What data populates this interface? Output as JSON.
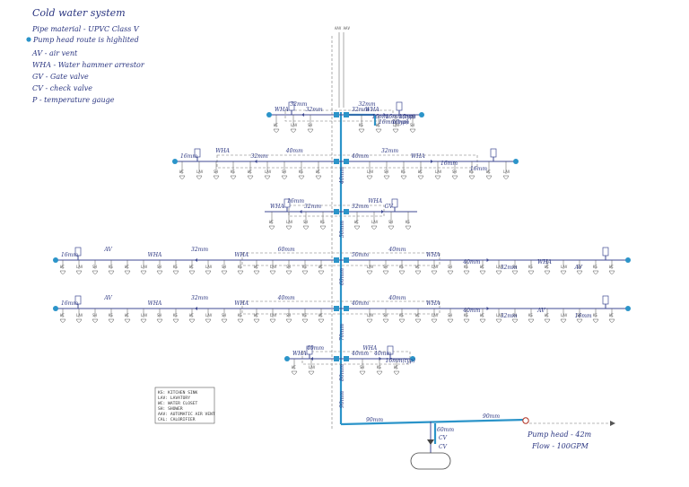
{
  "notes": {
    "title": "Cold water system",
    "lines": [
      "Pipe material - UPVC Class V",
      "Pump head route is highlited",
      "AV - air vent",
      "WHA - Water hammer arrestor",
      "GV - Gate valve",
      "CV - check valve",
      "P - temperature gauge"
    ]
  },
  "legend": {
    "lines": [
      "KS: KITCHEN SINK",
      "LAV: LAVATORY",
      "WC: WATER CLOSET",
      "SH: SHOWER",
      "AAV: AUTOMATIC AIR VENT",
      "CAL: CALORIFIER"
    ]
  },
  "riser_top_label": "AAV AAV",
  "pump": {
    "head": "Pump head - 42m",
    "flow": "Flow - 100GPM"
  },
  "main_pipe": {
    "left_label": "90mm",
    "right_label": "90mm"
  },
  "tank_labels": [
    "60mm",
    "CV",
    "CV"
  ],
  "riser_labels": [
    "40mm",
    "50mm",
    "60mm",
    "70mm",
    "80mm",
    "90mm"
  ],
  "floors": [
    {
      "id": "level-1",
      "left_labels": [
        "WHA",
        "32mm",
        "32mm"
      ],
      "right_labels": [
        "32mm",
        "32mm",
        "WHA",
        "16mm",
        "16mm(typ)",
        "16mm(typ)",
        "16mm",
        "16mm"
      ]
    },
    {
      "id": "level-2",
      "left_labels": [
        "16mm",
        "WHA",
        "32mm",
        "40mm"
      ],
      "right_labels": [
        "40mm",
        "32mm",
        "WHA",
        "16mm",
        "16mm"
      ]
    },
    {
      "id": "level-3",
      "left_labels": [
        "WHA",
        "16mm",
        "32mm"
      ],
      "right_labels": [
        "32mm",
        "WHA",
        "GV"
      ]
    },
    {
      "id": "level-4",
      "left_labels": [
        "16mm",
        "AV",
        "WHA",
        "32mm",
        "WHA",
        "60mm"
      ],
      "right_labels": [
        "50mm",
        "40mm",
        "WHA",
        "40mm",
        "32mm",
        "WHA",
        "AV"
      ]
    },
    {
      "id": "level-5",
      "left_labels": [
        "16mm",
        "AV",
        "WHA",
        "32mm",
        "WHA",
        "40mm"
      ],
      "right_labels": [
        "40mm",
        "40mm",
        "WHA",
        "40mm",
        "32mm",
        "AV",
        "16mm"
      ]
    },
    {
      "id": "level-6",
      "left_labels": [
        "WHA",
        "40mm"
      ],
      "right_labels": [
        "40mm",
        "WHA",
        "40mm",
        "16mm(typ)"
      ]
    }
  ],
  "fixture_labels": [
    "WC",
    "LAV",
    "SH",
    "KS"
  ]
}
